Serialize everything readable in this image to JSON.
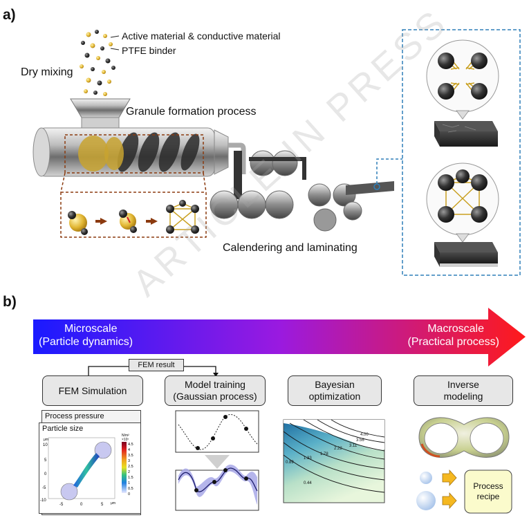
{
  "panel_a": {
    "letter": "a)",
    "labels": {
      "active_material": "Active material & conductive material",
      "binder": "PTFE binder",
      "dry_mixing": "Dry mixing",
      "granule": "Granule formation process",
      "calendering": "Calendering and laminating"
    }
  },
  "panel_b": {
    "letter": "b)",
    "scale_arrow": {
      "left_line1": "Microscale",
      "left_line2": "(Particle dynamics)",
      "right_line1": "Macroscale",
      "right_line2": "(Practical process)",
      "gradient_start": "#1a1aff",
      "gradient_mid": "#9a1ae0",
      "gradient_end": "#ff1a1a"
    },
    "fem_result": "FEM result",
    "stages": [
      {
        "line1": "FEM Simulation",
        "line2": ""
      },
      {
        "line1": "Model training",
        "line2": "(Gaussian process)"
      },
      {
        "line1": "Bayesian",
        "line2": "optimization"
      },
      {
        "line1": "Inverse",
        "line2": "modeling"
      }
    ],
    "fem": {
      "tab_back": "Process pressure",
      "tab_front": "Particle size",
      "unit": "N/m²",
      "unit_exp": "×10⁷",
      "colorbar_ticks": [
        "4.5",
        "4",
        "3.5",
        "3",
        "2.5",
        "2",
        "1.5",
        "1",
        "0.5",
        "0"
      ],
      "y_ticks": [
        "10",
        "5",
        "0",
        "-5",
        "-10"
      ],
      "x_ticks": [
        "-5",
        "0",
        "5"
      ],
      "axis_unit": "μm"
    },
    "contour_labels": [
      "4.00",
      "3.56",
      "3.11",
      "2.22",
      "1.78",
      "1.33",
      "0.89",
      "0.44"
    ],
    "process_recipe": "Process recipe"
  },
  "watermark": "ARTICLE IN PRESS"
}
